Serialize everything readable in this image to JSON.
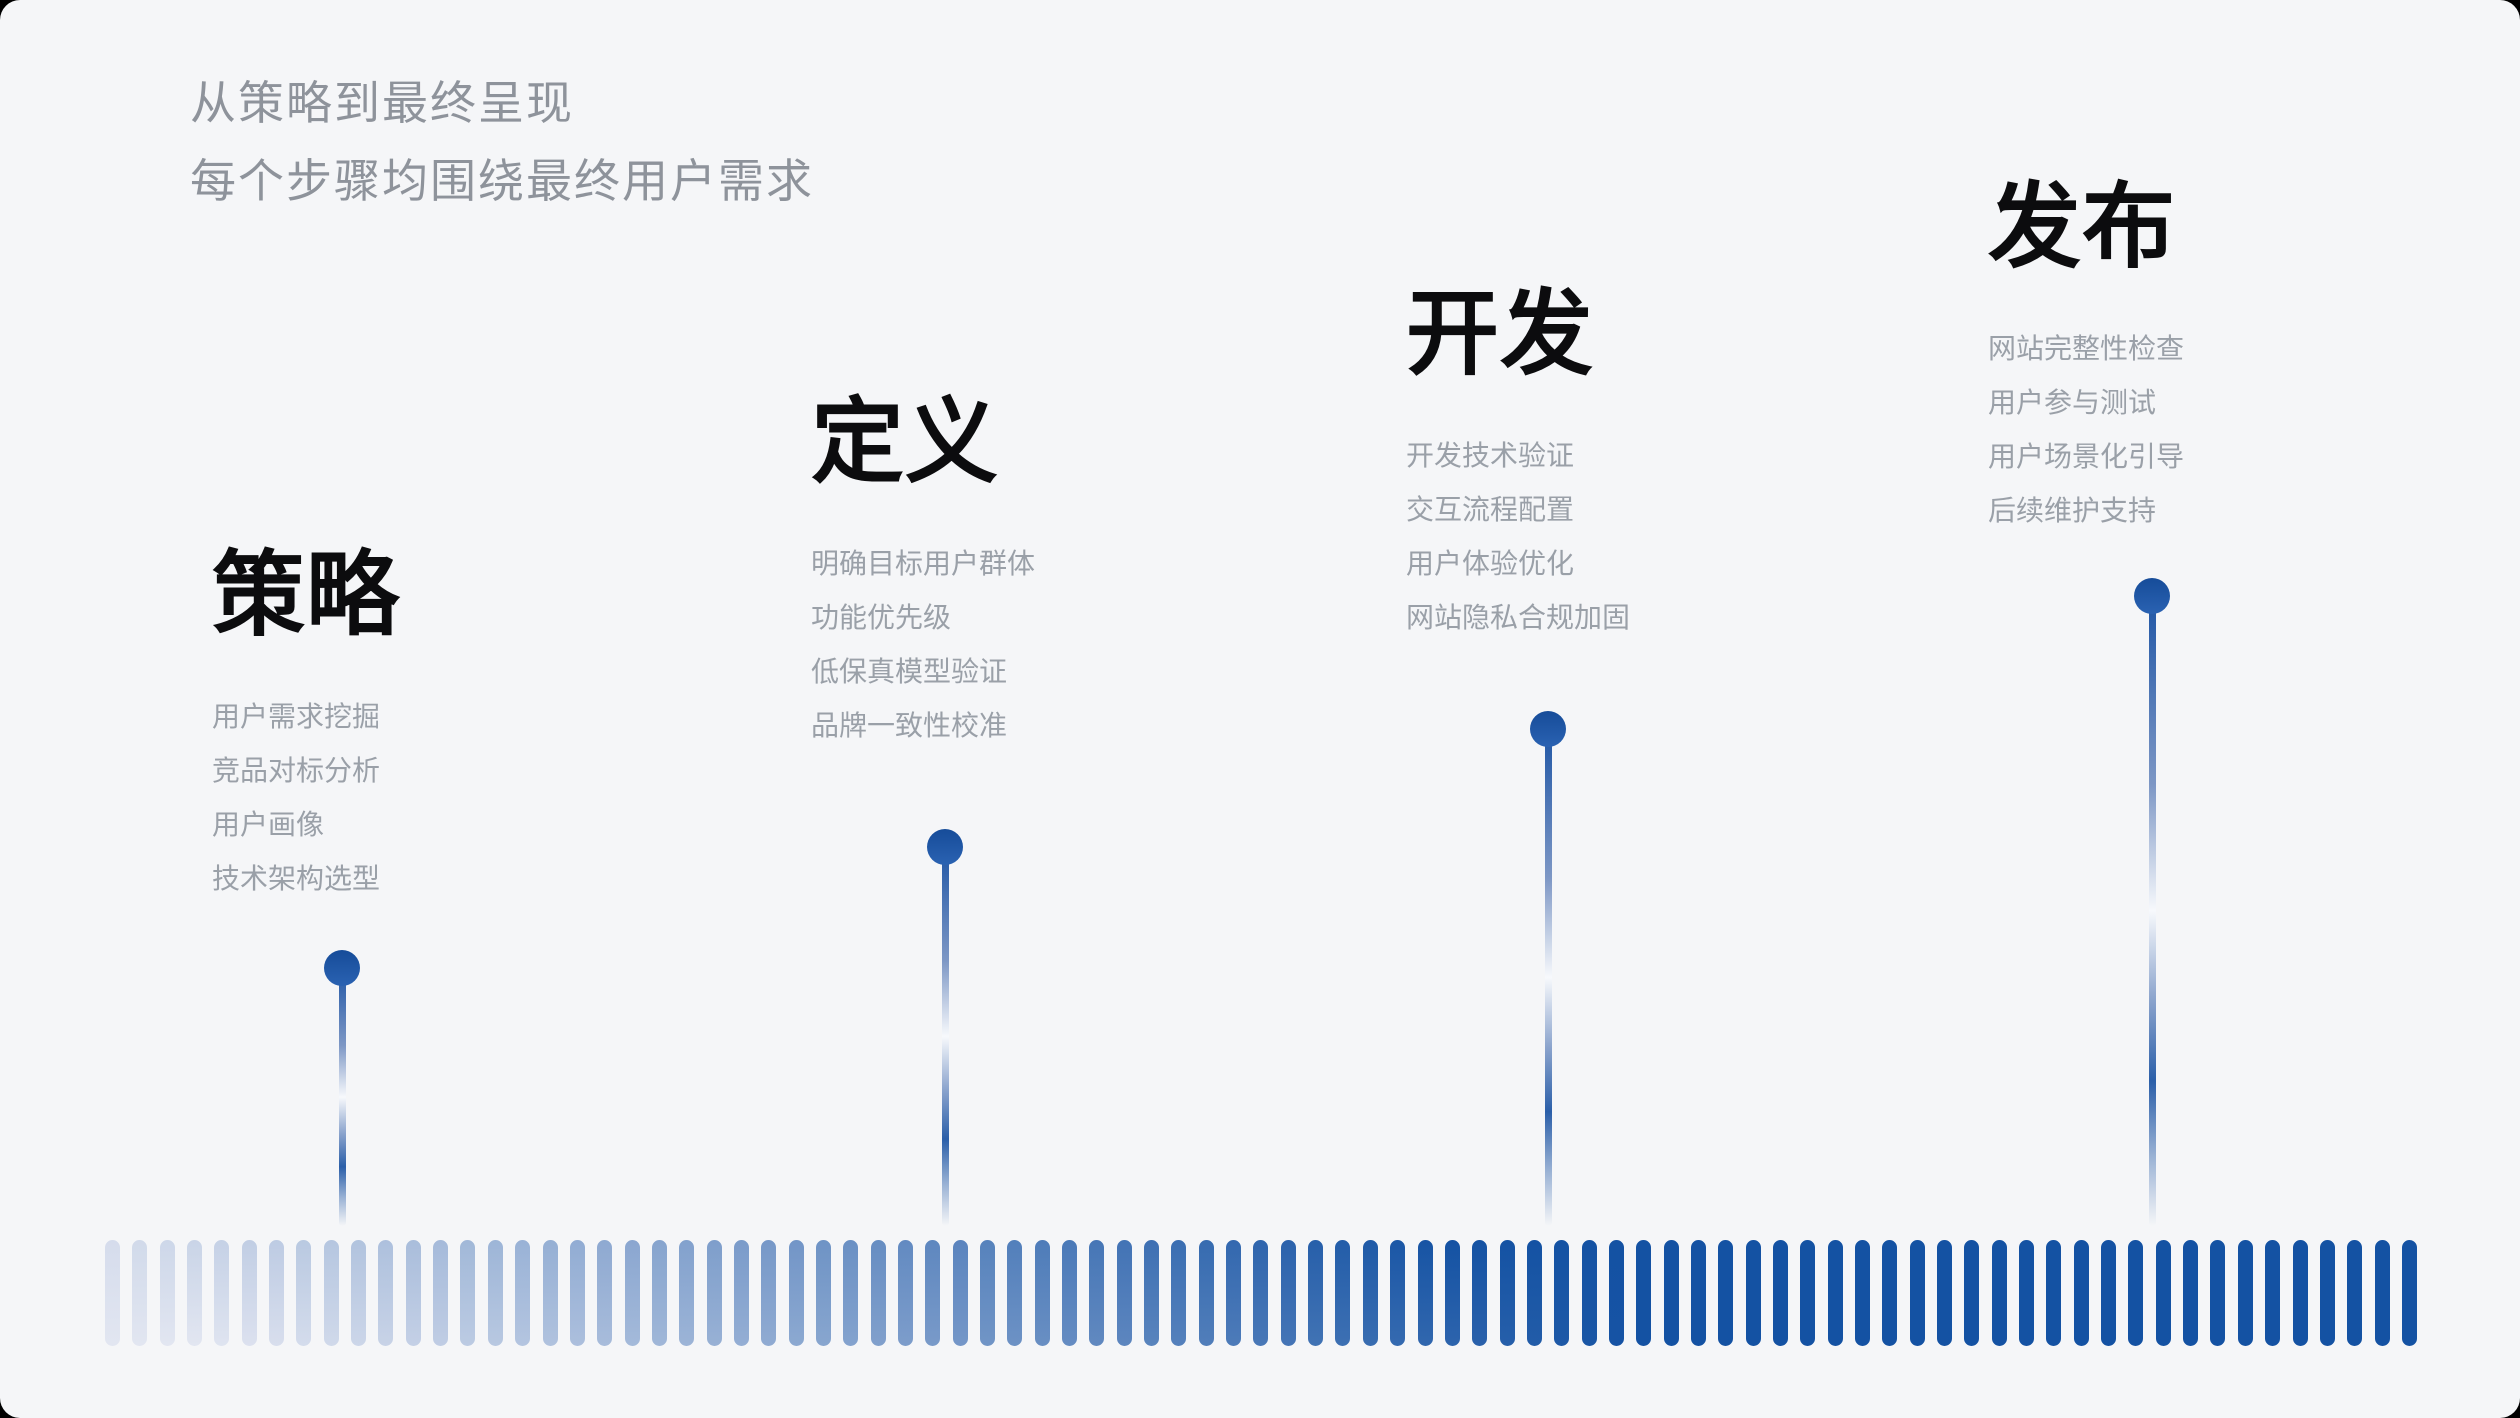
{
  "header": {
    "subtitle_line1": "从策略到最终呈现",
    "subtitle_line2": "每个步骤均围绕最终用户需求"
  },
  "stages": [
    {
      "title": "策略",
      "items": [
        "用户需求挖掘",
        "竞品对标分析",
        "用户画像",
        "技术架构选型"
      ]
    },
    {
      "title": "定义",
      "items": [
        "明确目标用户群体",
        "功能优先级",
        "低保真模型验证",
        "品牌一致性校准"
      ]
    },
    {
      "title": "开发",
      "items": [
        "开发技术验证",
        "交互流程配置",
        "用户体验优化",
        "网站隐私合规加固"
      ]
    },
    {
      "title": "发布",
      "items": [
        "网站完整性检查",
        "用户参与测试",
        "用户场景化引导",
        "后续维护支持"
      ]
    }
  ],
  "timeline": {
    "bar_count": 85,
    "color_start": "#e2e6f1",
    "color_end": "#1452a3",
    "gradient_saturation_point": 0.62,
    "accent": "#1d56a7"
  },
  "colors": {
    "canvas_background": "#f5f6f8",
    "title_text": "#0c0c0e",
    "muted_text": "#9aa0a8",
    "subtitle_text": "#8e939b"
  }
}
